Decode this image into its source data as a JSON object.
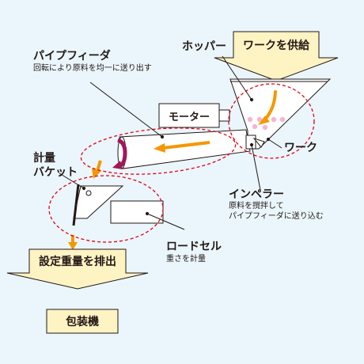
{
  "hopper_title": "ホッパー",
  "supply_work": "ワークを供給",
  "pipe_feeder": {
    "title": "パイプフィーダ",
    "desc": "回転により原料を均一に送り出す"
  },
  "motor": "モーター",
  "work": "ワーク",
  "impeller": {
    "title": "インペラー",
    "desc_line1": "原料を撹拌して",
    "desc_line2": "パイプフィーダに送り込む"
  },
  "bucket": {
    "line1": "計量",
    "line2": "バケット"
  },
  "load_cell": {
    "title": "ロードセル",
    "desc": "重さを計量"
  },
  "discharge": "設定重量を排出",
  "packaging": "包装機",
  "colors": {
    "background": "#eaf6fc",
    "arrow_yellow": "#fef3c3",
    "accent_orange": "#f39800",
    "dashed_red": "#e60012",
    "rotation_purple": "#a0175a",
    "particle_pink": "#f6b4d4"
  }
}
